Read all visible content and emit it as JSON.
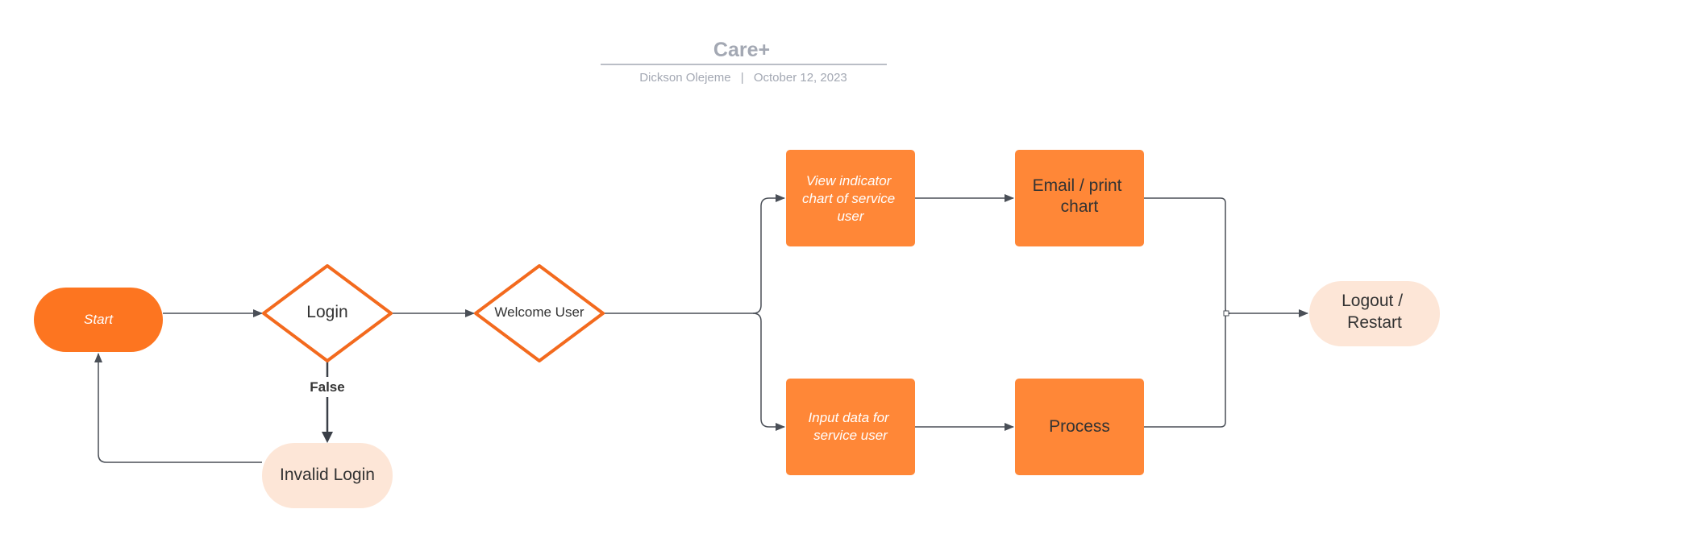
{
  "header": {
    "title": "Care+",
    "author": "Dickson Olejeme",
    "separator": "|",
    "date": "October 12, 2023"
  },
  "nodes": {
    "start": "Start",
    "login": "Login",
    "welcome": "Welcome User",
    "view_chart": [
      "View indicator",
      "chart of service",
      "user"
    ],
    "email_print": [
      "Email / print",
      "chart"
    ],
    "input_data": [
      "Input data for",
      "service user"
    ],
    "process": "Process",
    "invalid_login": "Invalid Login",
    "logout": [
      "Logout /",
      "Restart"
    ]
  },
  "edges": {
    "false_label": "False"
  },
  "colors": {
    "orange_dark": "#fd7520",
    "orange_box": "#ff8737",
    "orange_stroke": "#f36a1e",
    "peach": "#fde6d7",
    "text_dark": "#333333",
    "header_gray": "#a3a8b3"
  }
}
